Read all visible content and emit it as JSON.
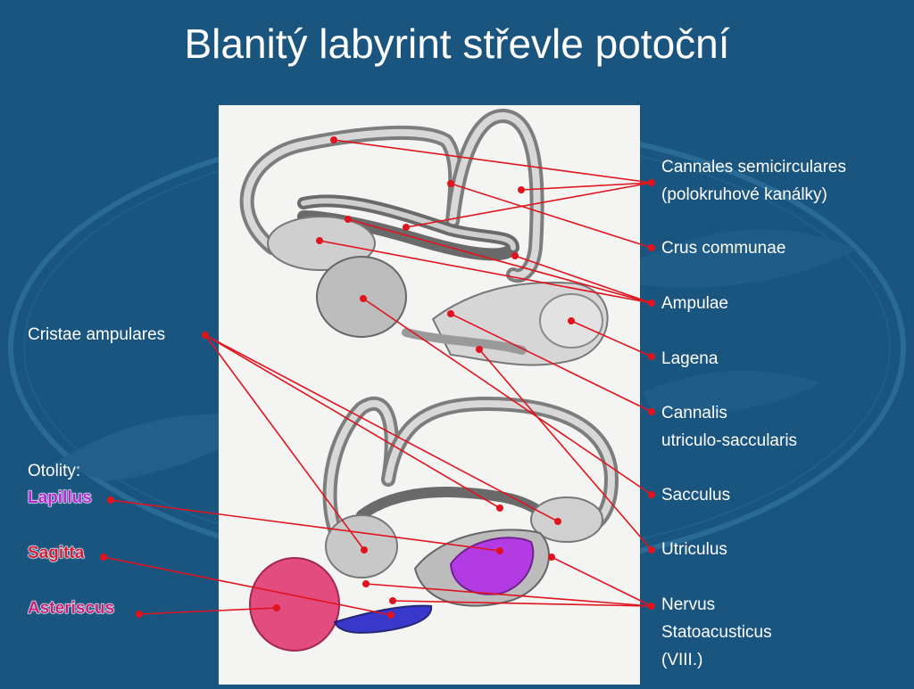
{
  "slide": {
    "title": "Blanitý labyrint střevle potoční"
  },
  "labels": {
    "cannales_line1": "Cannales semicirculares",
    "cannales_line2": "(polokruhové kanálky)",
    "crus": "Crus communae",
    "ampulae": "Ampulae",
    "lagena": "Lagena",
    "cannalis_line1": "Cannalis",
    "cannalis_line2": "utriculo-saccularis",
    "sacculus": "Sacculus",
    "utriculus": "Utriculus",
    "nervus_line1": "Nervus",
    "nervus_line2": "Statoacusticus",
    "nervus_line3": "(VIII.)",
    "cristae": "Cristae ampulares",
    "otolity": "Otolity:",
    "lapillus": "Lapillus",
    "sagitta": "Sagitta",
    "asteriscus": "Asteriscus"
  },
  "colors": {
    "background": "#1a5580",
    "leader_line": "#e0141e",
    "lapillus": "#b02ad0",
    "sagitta": "#cc1f3c",
    "asteriscus": "#c42078",
    "lapillus_fill": "#b028e0",
    "sagitta_fill": "#e0306a",
    "asteriscus_fill": "#2020c8"
  }
}
